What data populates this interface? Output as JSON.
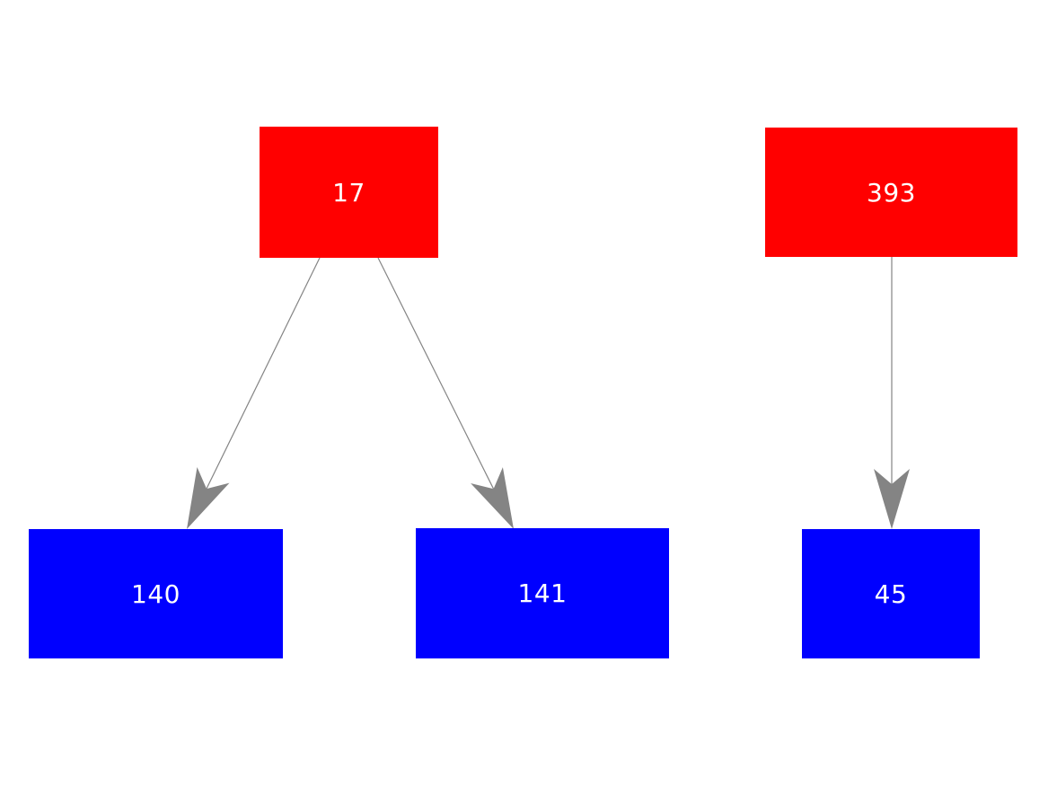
{
  "diagram": {
    "background": "#ffffff",
    "edge_color": "#848484",
    "node_text_color": "#ffffff",
    "nodes": [
      {
        "id": "17",
        "label": "17",
        "fill": "#ff0000"
      },
      {
        "id": "393",
        "label": "393",
        "fill": "#ff0000"
      },
      {
        "id": "140",
        "label": "140",
        "fill": "#0000ff"
      },
      {
        "id": "141",
        "label": "141",
        "fill": "#0000ff"
      },
      {
        "id": "45",
        "label": "45",
        "fill": "#0000ff"
      }
    ],
    "edges": [
      {
        "from": "17",
        "to": "140"
      },
      {
        "from": "17",
        "to": "141"
      },
      {
        "from": "393",
        "to": "45"
      }
    ]
  }
}
